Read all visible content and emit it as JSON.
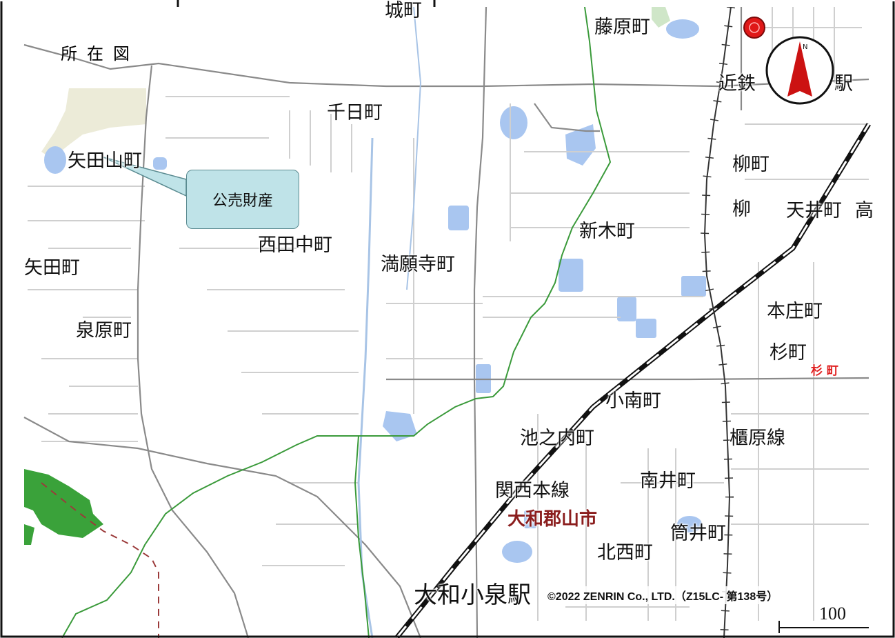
{
  "map": {
    "title": "所在図",
    "callout": "公売財産",
    "copyright": "©2022 ZENRIN Co., LTD.（Z15LC- 第138号）",
    "scale_label": "100",
    "north_letter": "N",
    "colors": {
      "background": "#ffffff",
      "road": "#8a8a8a",
      "boundary_green": "#3a9a3a",
      "water": "#a9c6f0",
      "park": "#3aa23a",
      "light_area": "#ecebd8",
      "railway": "#111111",
      "marker": "#e01818",
      "callout_fill": "#bfe3e8"
    },
    "place_labels": [
      {
        "text": "城町"
      },
      {
        "text": "藤原町"
      },
      {
        "text": "近鉄"
      },
      {
        "text": "駅"
      },
      {
        "text": "千日町"
      },
      {
        "text": "矢田山町"
      },
      {
        "text": "柳町"
      },
      {
        "text": "柳"
      },
      {
        "text": "天井町"
      },
      {
        "text": "高"
      },
      {
        "text": "新木町"
      },
      {
        "text": "西田中町"
      },
      {
        "text": "満願寺町"
      },
      {
        "text": "矢田町"
      },
      {
        "text": "本庄町"
      },
      {
        "text": "泉原町"
      },
      {
        "text": "杉町"
      },
      {
        "text": "杉 町"
      },
      {
        "text": "小南町"
      },
      {
        "text": "池之内町"
      },
      {
        "text": "櫃原線"
      },
      {
        "text": "関西本線"
      },
      {
        "text": "南井町"
      },
      {
        "text": "大和郡山市"
      },
      {
        "text": "筒井町"
      },
      {
        "text": "北西町"
      },
      {
        "text": "大和小泉駅"
      }
    ]
  }
}
